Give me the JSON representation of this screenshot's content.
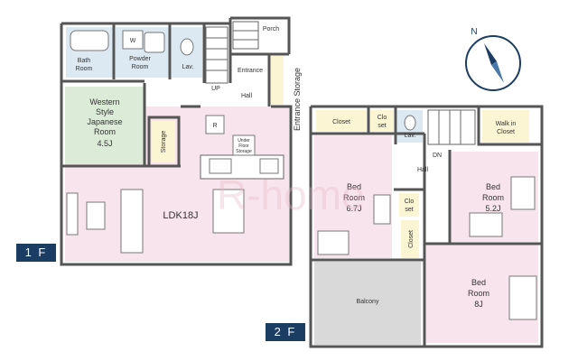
{
  "colors": {
    "ldk_floor": "#f8e4ec",
    "bath_floor": "#dce9f3",
    "japanese_floor": "#dcebd8",
    "closet_floor": "#fbf5d4",
    "balcony_floor": "#d9d9d9",
    "wall": "#555555",
    "badge": "#1b3d63"
  },
  "floor1": {
    "badge": "1 F",
    "rooms": {
      "bath_l1": "Bath",
      "bath_l2": "Room",
      "powder_w": "W",
      "powder_l1": "Powder",
      "powder_l2": "Room",
      "lav": "Lav.",
      "porch": "Porch",
      "entrance": "Entrance",
      "entrance_storage": "Entrance Storage",
      "up": "UP",
      "hall": "Hall",
      "western_l1": "Western",
      "western_l2": "Style",
      "western_l3": "Japanese",
      "western_l4": "Room",
      "western_l5": "4.5J",
      "storage": "Storage",
      "refrigerator": "R",
      "underfloor_l1": "Under",
      "underfloor_l2": "Floor",
      "underfloor_l3": "Storage",
      "ldk": "LDK18J"
    }
  },
  "floor2": {
    "badge": "2 F",
    "rooms": {
      "closet": "Closet",
      "clo1_l1": "Clo",
      "clo1_l2": "set",
      "lav": "Lav.",
      "dn": "DN",
      "hall": "Hall",
      "walkin_l1": "Walk in",
      "walkin_l2": "Closet",
      "bed1_l1": "Bed",
      "bed1_l2": "Room",
      "bed1_l3": "6.7J",
      "clo2_l1": "Clo",
      "clo2_l2": "set",
      "closet_v": "Closet",
      "bed2_l1": "Bed",
      "bed2_l2": "Room",
      "bed2_l3": "5.2J",
      "balcony": "Balcony",
      "bed3_l1": "Bed",
      "bed3_l2": "Room",
      "bed3_l3": "8J"
    }
  },
  "compass": {
    "north_label": "N"
  },
  "watermark": "R-home"
}
